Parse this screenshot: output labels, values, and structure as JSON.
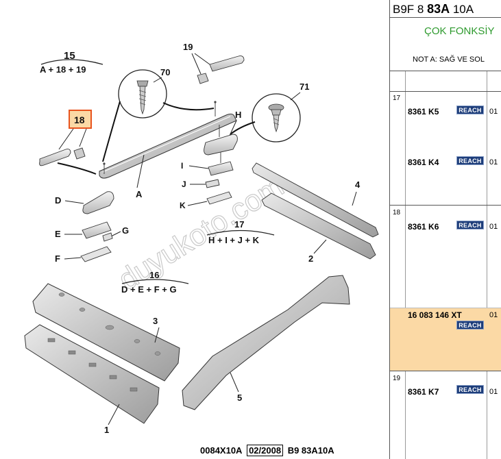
{
  "diagram": {
    "callouts": {
      "n15": "15",
      "n19": "19",
      "n70": "70",
      "n71": "71",
      "n18": "18",
      "nH": "H",
      "nI": "I",
      "nJ": "J",
      "nK": "K",
      "nD": "D",
      "nE": "E",
      "nG": "G",
      "nF": "F",
      "nA": "A",
      "n4": "4",
      "n2": "2",
      "n17": "17",
      "n16": "16",
      "n3": "3",
      "n1": "1",
      "n5": "5"
    },
    "formulas": {
      "f15": "A + 18 + 19",
      "f17": "H + I + J + K",
      "f16": "D + E + F + G"
    },
    "watermark": "duyukoto.com",
    "footer": {
      "code": "0084X10A",
      "date": "02/2008",
      "ref": "B9 83A10A"
    },
    "colors": {
      "highlight_box": "#e8541e",
      "highlight_fill": "#fbd9a5"
    }
  },
  "panel": {
    "ref_code_pre": "B9F 8 ",
    "ref_code_bold": "83A",
    "ref_code_post": " 10A",
    "function_title": "ÇOK FONKSİY",
    "note": "NOT A: SAĞ VE SOL",
    "groups": [
      {
        "id": "17",
        "parts": [
          {
            "number": "8361 K5",
            "badge": "REACH",
            "qty": "01"
          },
          {
            "number": "8361 K4",
            "badge": "REACH",
            "qty": "01"
          }
        ]
      },
      {
        "id": "18",
        "parts": [
          {
            "number": "8361 K6",
            "badge": "REACH",
            "qty": "01"
          },
          {
            "number": "16 083 146 XT",
            "badge": "REACH",
            "qty": "01",
            "selected": true
          }
        ]
      },
      {
        "id": "19",
        "parts": [
          {
            "number": "8361 K7",
            "badge": "REACH",
            "qty": "01"
          }
        ]
      }
    ],
    "colors": {
      "badge_bg": "#1d3d7a",
      "title_green": "#2e9a2e",
      "selected_bg": "#fbd9a5"
    }
  }
}
